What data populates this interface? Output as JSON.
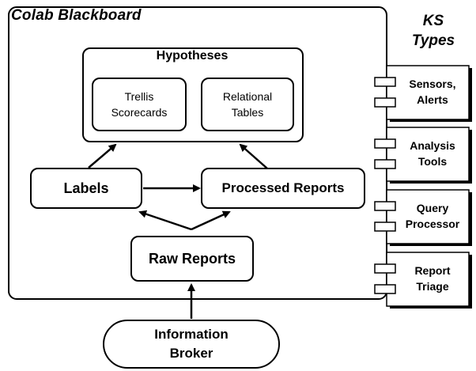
{
  "blackboard": {
    "title": "Colab Blackboard"
  },
  "hypotheses": {
    "title": "Hypotheses",
    "items": [
      "Trellis\nScorecards",
      "Relational\nTables"
    ]
  },
  "labels_box": "Labels",
  "processed_reports": "Processed Reports",
  "raw_reports": "Raw Reports",
  "information_broker": "Information\nBroker",
  "ks_types": {
    "title": "KS\nTypes",
    "items": [
      "Sensors,\nAlerts",
      "Analysis\nTools",
      "Query\nProcessor",
      "Report\nTriage"
    ]
  }
}
